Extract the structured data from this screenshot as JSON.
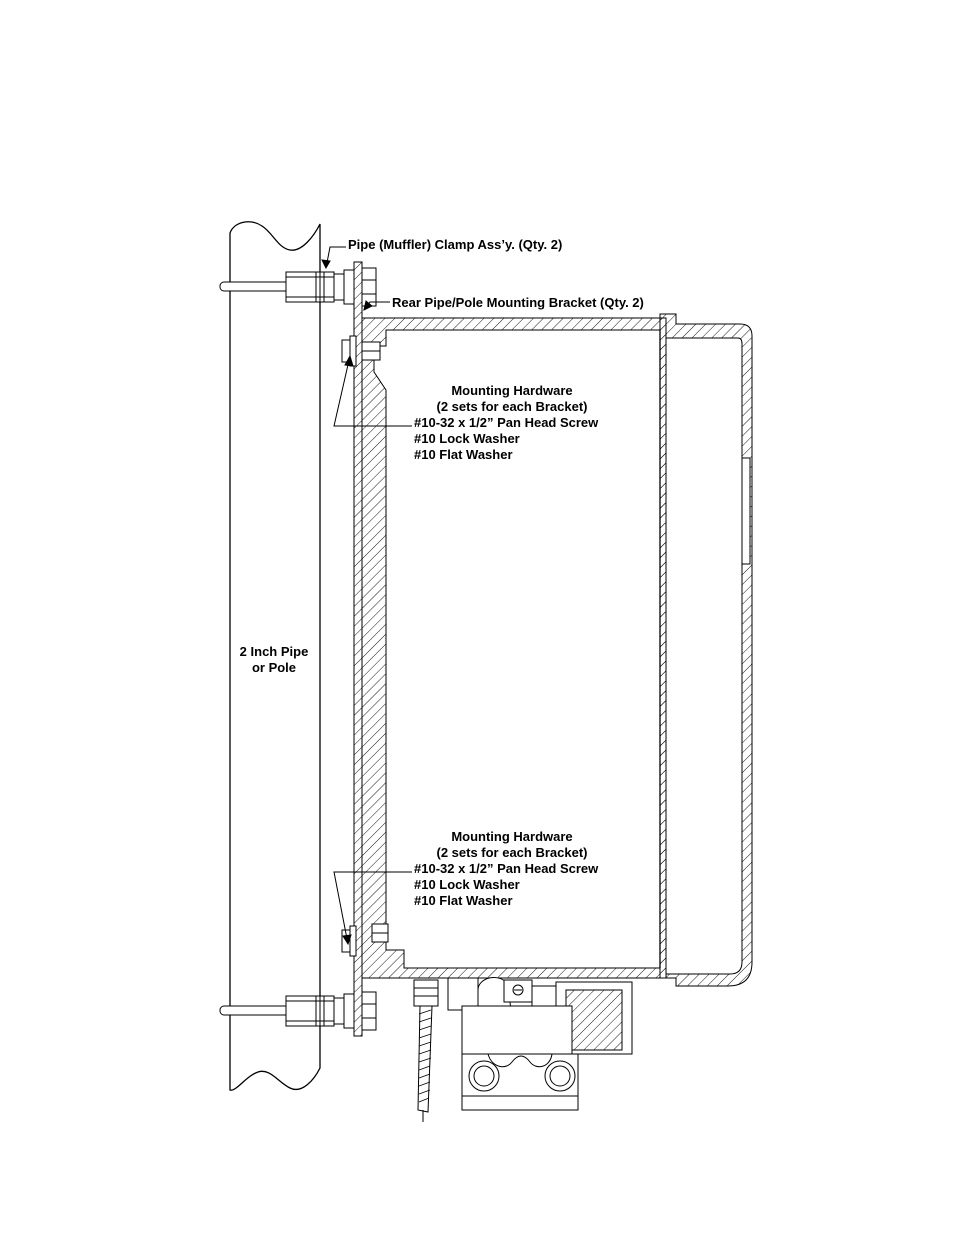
{
  "labels": {
    "clamp": "Pipe (Muffler) Clamp Ass’y. (Qty. 2)",
    "bracket": "Rear Pipe/Pole Mounting Bracket (Qty. 2)",
    "pipe_line1": "2 Inch Pipe",
    "pipe_line2": "or Pole",
    "hardware_top": {
      "title": "Mounting Hardware",
      "sets": "(2 sets for each Bracket)",
      "screw": "#10-32 x 1/2” Pan Head Screw",
      "lock": "#10 Lock Washer",
      "flat": "#10 Flat Washer"
    },
    "hardware_bottom": {
      "title": "Mounting Hardware",
      "sets": "(2 sets for each Bracket)",
      "screw": "#10-32 x 1/2” Pan Head Screw",
      "lock": "#10 Lock Washer",
      "flat": "#10 Flat Washer"
    }
  }
}
